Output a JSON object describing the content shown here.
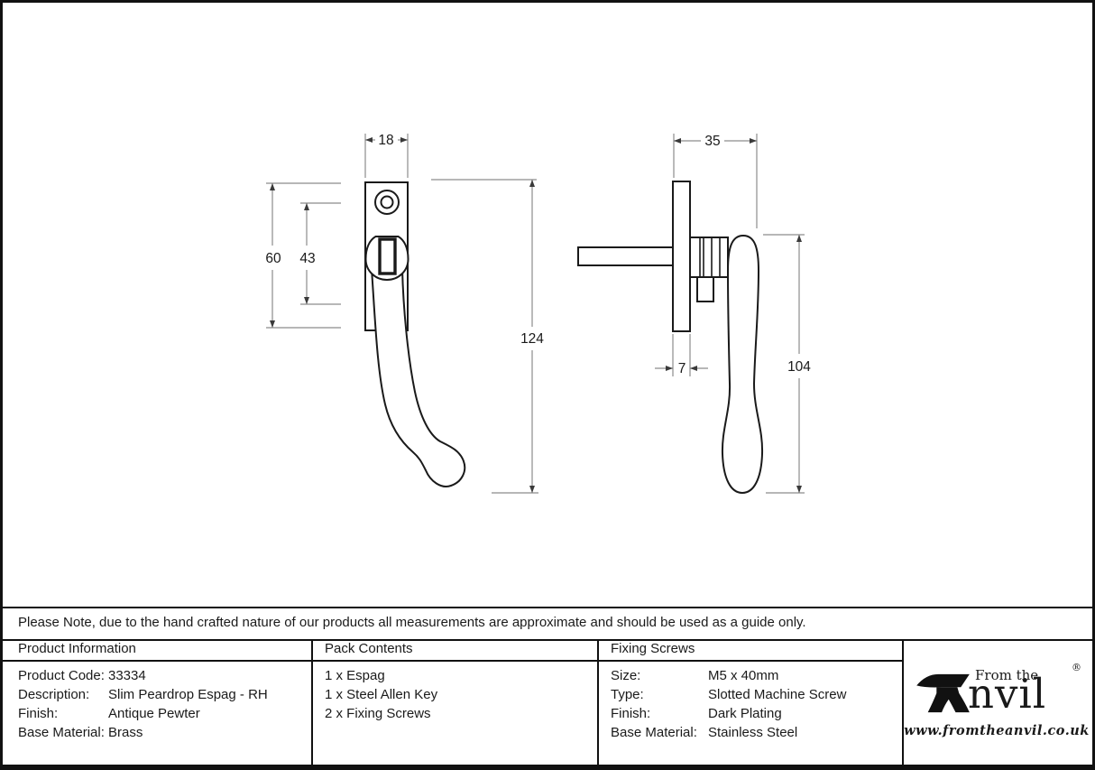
{
  "note": "Please Note, due to the hand crafted nature of our products all measurements are approximate and should be used as a guide only.",
  "drawing": {
    "front_view": {
      "plate_width": "18",
      "plate_height": "60",
      "hole_spacing": "43",
      "overall_length": "124"
    },
    "side_view": {
      "projection": "35",
      "plate_thickness": "7",
      "handle_length": "104"
    }
  },
  "product_information": {
    "header": "Product Information",
    "rows": [
      {
        "label": "Product Code:",
        "value": "33334"
      },
      {
        "label": "Description:",
        "value": "Slim Peardrop Espag - RH"
      },
      {
        "label": "Finish:",
        "value": "Antique Pewter"
      },
      {
        "label": "Base Material:",
        "value": "Brass"
      }
    ]
  },
  "pack_contents": {
    "header": "Pack Contents",
    "items": [
      "1 x Espag",
      "1 x Steel Allen Key",
      "2 x Fixing Screws"
    ]
  },
  "fixing_screws": {
    "header": "Fixing Screws",
    "rows": [
      {
        "label": "Size:",
        "value": "M5 x 40mm"
      },
      {
        "label": "Type:",
        "value": "Slotted Machine Screw"
      },
      {
        "label": "Finish:",
        "value": "Dark Plating"
      },
      {
        "label": "Base Material:",
        "value": "Stainless Steel"
      }
    ]
  },
  "logo": {
    "tagline": "From the",
    "brand": "nvil",
    "brand_full": "Anvil",
    "registered": "®",
    "website": "www.fromtheanvil.co.uk"
  },
  "colors": {
    "ink": "#1a1a1a",
    "dimension_line": "#8c8c8c",
    "background": "#ffffff"
  }
}
